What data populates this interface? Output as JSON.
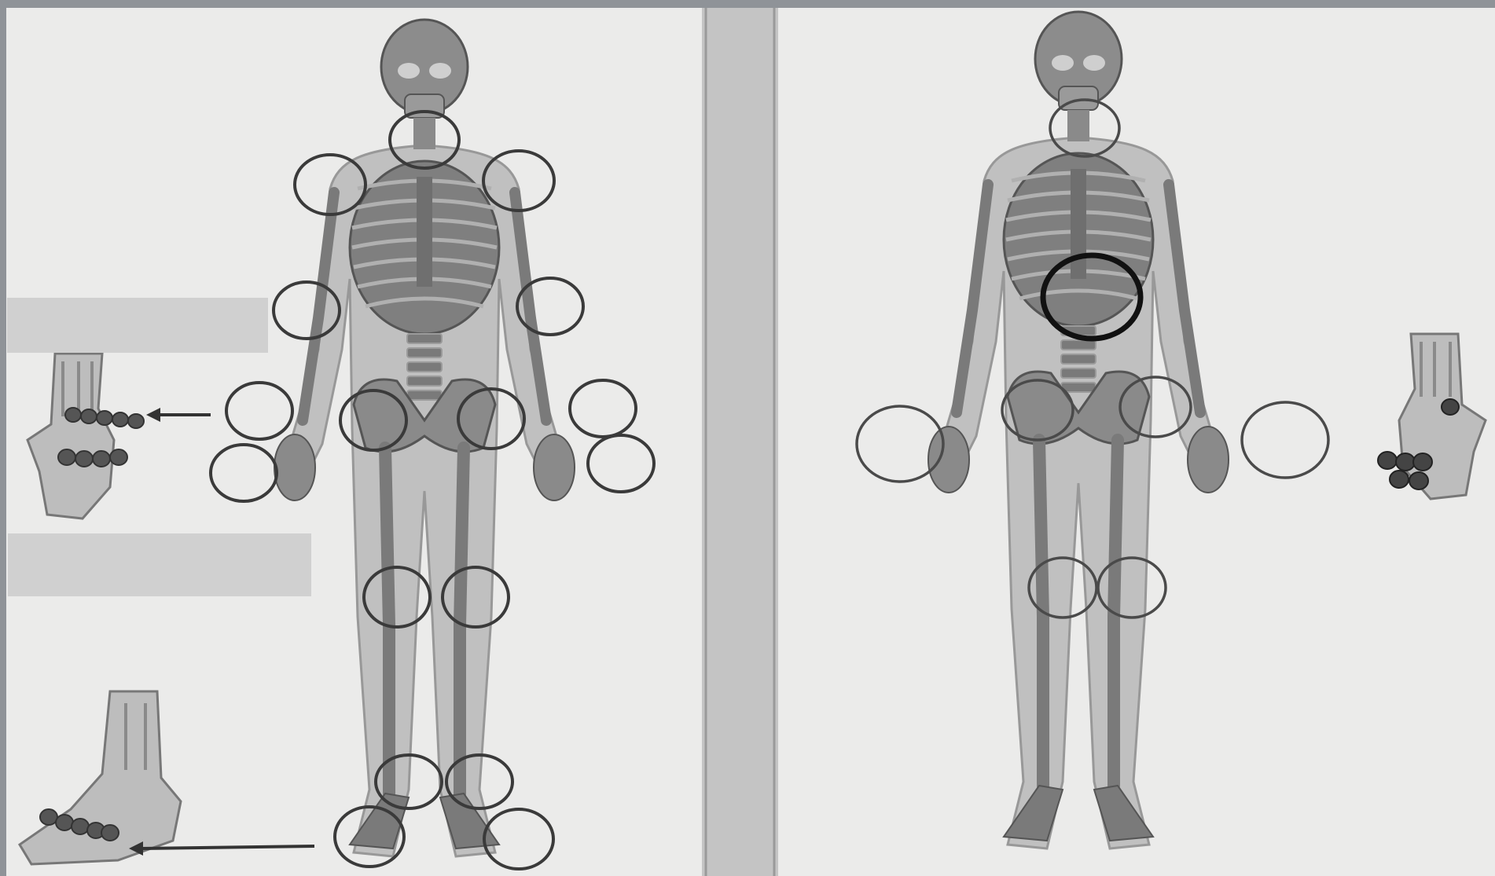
{
  "figure": {
    "panels": [
      {
        "name": "left-panel",
        "description_label": ""
      },
      {
        "name": "right-panel",
        "description_label": ""
      }
    ],
    "label_boxes": [
      {
        "name": "label-box-wrist",
        "text": ""
      },
      {
        "name": "label-box-middle",
        "text": ""
      }
    ]
  },
  "colors": {
    "paper": "#ebebea",
    "bone_fill": "#7a7a7a",
    "body_fill": "#b9b9b9",
    "ring": "#3a3a3a",
    "divider": "#c4c4c4",
    "frame": "#8f9398"
  }
}
